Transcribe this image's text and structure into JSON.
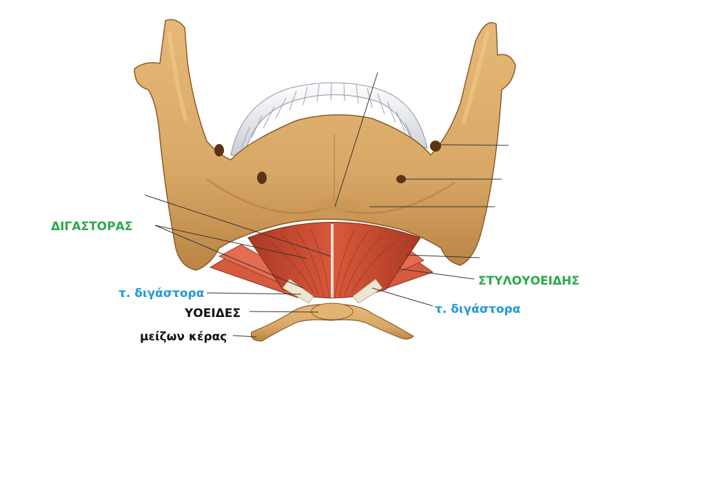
{
  "labels": {
    "digastric": "ΔΙΓΑΣΤΟΡΑΣ",
    "stylohyoid": "ΣΤΥΛΟΥΟΕΙΔΗΣ",
    "tendon_left": "τ. διγάστορα",
    "tendon_right": "τ. διγάστορα",
    "hyoid": "ΥΟΕΙΔΕΣ",
    "greater_horn": "μείζων κέρας"
  },
  "colors": {
    "green_label": "#2aa84a",
    "blue_label": "#1f9ad6",
    "black_label": "#111111",
    "bone": "#d9a866",
    "bone_shadow": "#b07a3c",
    "muscle": "#c94a2e",
    "muscle_light": "#e8735a",
    "tooth": "#eef1f5",
    "leader_line": "#333333"
  }
}
